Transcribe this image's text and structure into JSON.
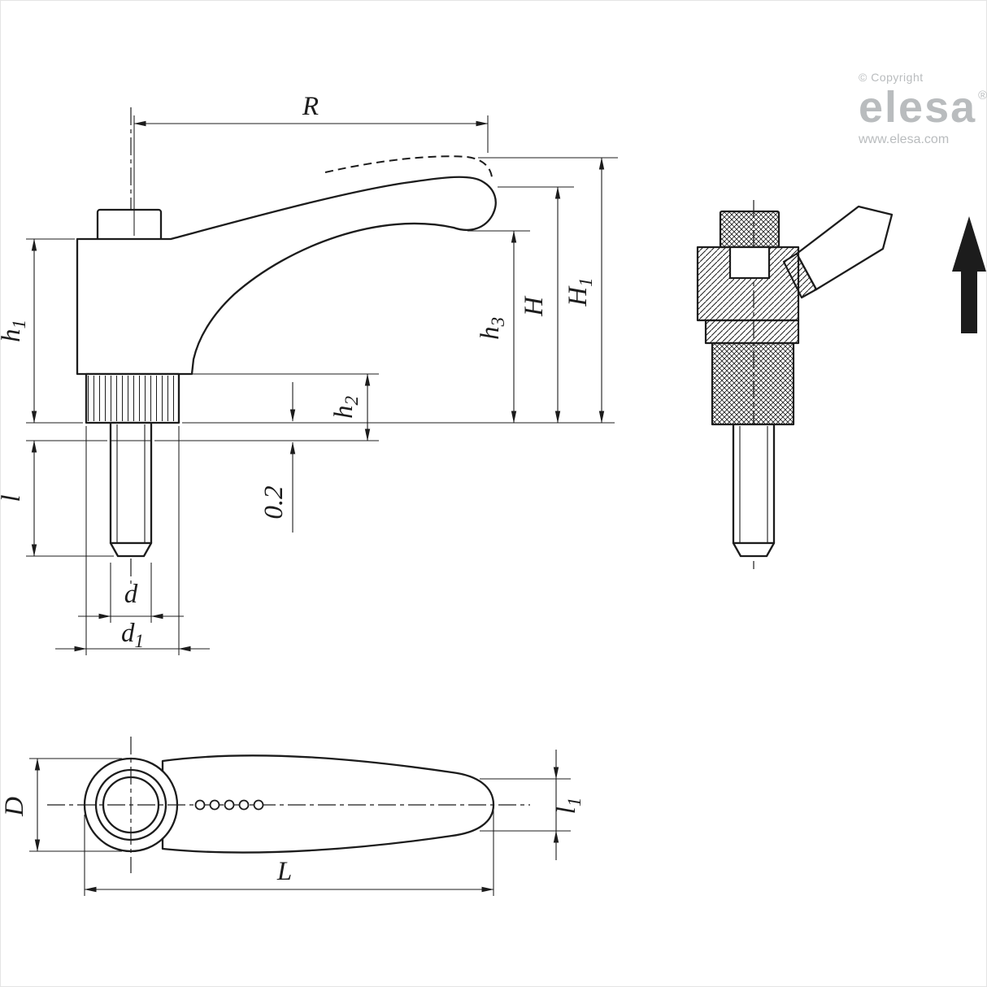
{
  "branding": {
    "copyright": "© Copyright",
    "brand": "elesa",
    "registered": "®",
    "website": "www.elesa.com"
  },
  "front_view": {
    "radius": "R",
    "height_h1": {
      "base": "h",
      "sub": "1"
    },
    "height_h2": {
      "base": "h",
      "sub": "2"
    },
    "height_h3": {
      "base": "h",
      "sub": "3"
    },
    "height_H": "H",
    "height_H1": {
      "base": "H",
      "sub": "1"
    },
    "clearance": "0.2",
    "thread_length": "l",
    "thread_diameter": "d",
    "boss_diameter": {
      "base": "d",
      "sub": "1"
    }
  },
  "top_view": {
    "boss_outer_diameter": "D",
    "total_length": "L",
    "lever_width": {
      "base": "l",
      "sub": "1"
    }
  },
  "colors": {
    "ink": "#1c1c1c",
    "logo-gray": "#b9bcbe"
  }
}
